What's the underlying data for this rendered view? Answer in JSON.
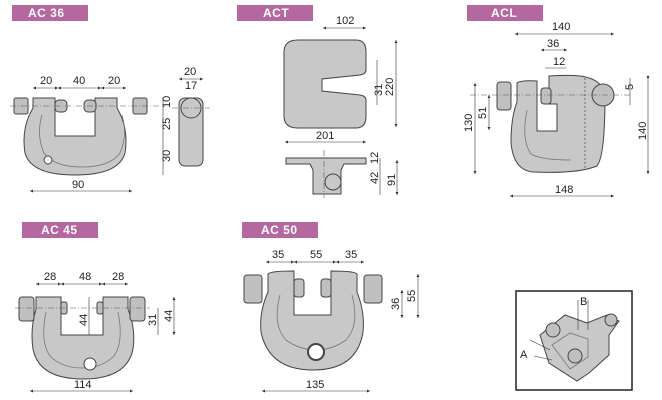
{
  "models": {
    "ac36": {
      "label": "AC 36",
      "dims": {
        "w1": "20",
        "w2": "40",
        "w3": "20",
        "h1": "10",
        "h2": "25",
        "h3": "30",
        "width": "90",
        "side_outer": "20",
        "side_inner": "17"
      }
    },
    "act": {
      "label": "ACT",
      "dims": {
        "top": "102",
        "slot": "31",
        "height": "220",
        "width": "201",
        "flange": "12",
        "stem": "42",
        "total": "91"
      }
    },
    "acl": {
      "label": "ACL",
      "dims": {
        "overall": "140",
        "jaw": "36",
        "bolt": "12",
        "offset": "5",
        "height_left": "130",
        "depth": "51",
        "height_right": "140",
        "base": "148"
      }
    },
    "ac45": {
      "label": "AC 45",
      "dims": {
        "w1": "28",
        "w2": "48",
        "w3": "28",
        "inner_h": "44",
        "h1": "31",
        "h2": "44",
        "width": "114"
      }
    },
    "ac50": {
      "label": "AC 50",
      "dims": {
        "w1": "35",
        "w2": "55",
        "w3": "35",
        "h1": "36",
        "h2": "55",
        "width": "135"
      }
    }
  },
  "detail": {
    "label_a": "A",
    "label_b": "B"
  }
}
